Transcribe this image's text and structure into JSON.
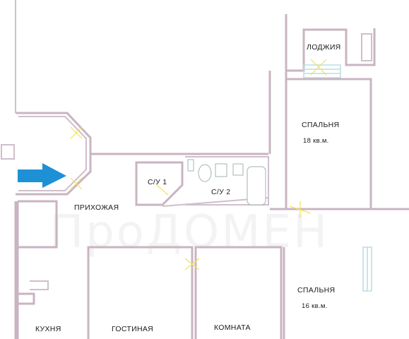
{
  "rooms": {
    "loggia": "ЛОДЖИЯ",
    "bedroom_top": {
      "name": "СПАЛЬНЯ",
      "area": "18 кв.м."
    },
    "bath1": "С/У 1",
    "bath2": "С/У 2",
    "hall": "ПРИХОЖАЯ",
    "bedroom_bottom": {
      "name": "СПАЛЬНЯ",
      "area": "16 кв.м."
    },
    "kitchen": "КУХНЯ",
    "living": "ГОСТИНАЯ",
    "room": "КОМНАТА"
  },
  "entrance_arrow_color": "#1e90d6",
  "watermark": "ПроДОМЕН"
}
